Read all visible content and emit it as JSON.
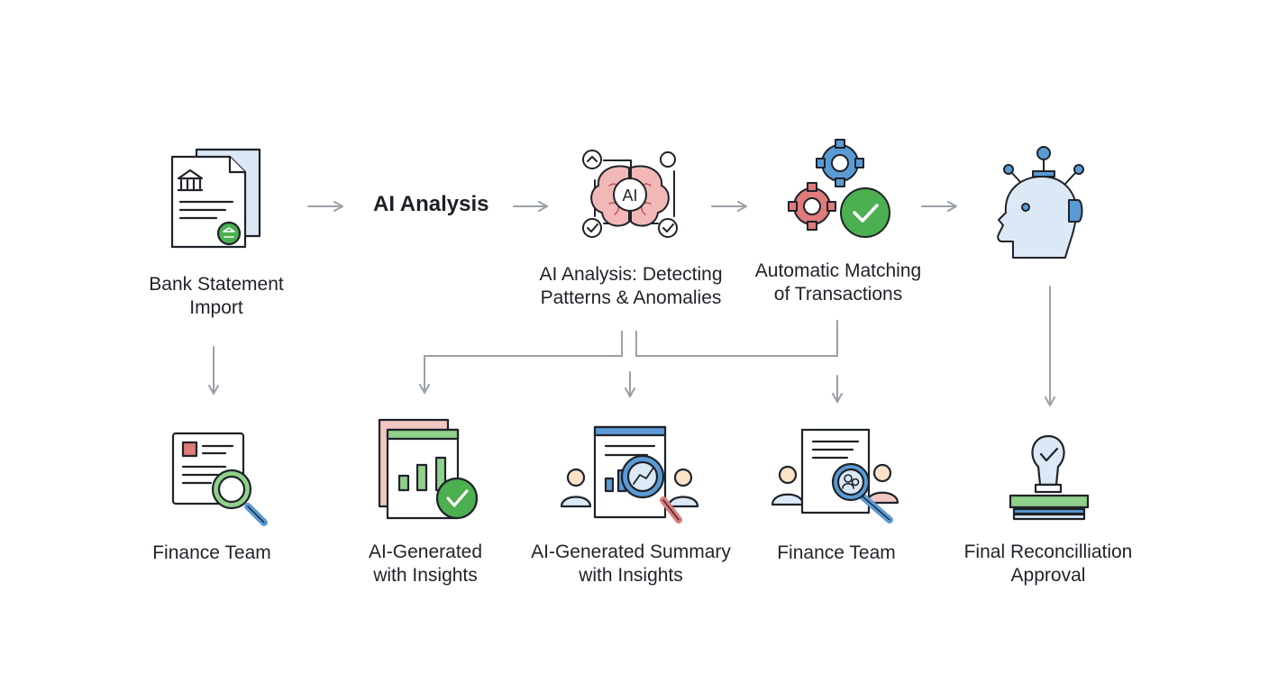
{
  "diagram": {
    "heading": "AI Analysis",
    "top_row": [
      {
        "id": "bank-statement-import",
        "icon": "bank-document-icon",
        "lines": [
          "Bank Statement",
          "Import"
        ]
      },
      {
        "id": "ai-analysis-detecting",
        "icon": "ai-brain-network-icon",
        "badge": "AI",
        "lines": [
          "AI Analysis: Detecting",
          "Patterns & Anomalies"
        ]
      },
      {
        "id": "automatic-matching",
        "icon": "gears-check-icon",
        "lines": [
          "Automatic Matching",
          "of Transactions"
        ]
      },
      {
        "id": "ai-robot-head",
        "icon": "robot-head-icon",
        "lines": []
      }
    ],
    "bottom_row": [
      {
        "id": "finance-team-1",
        "icon": "document-magnifier-icon",
        "lines": [
          "Finance Team"
        ]
      },
      {
        "id": "ai-generated-insights",
        "icon": "report-chart-check-icon",
        "lines": [
          "AI-Generated",
          "with Insights"
        ]
      },
      {
        "id": "ai-generated-summary",
        "icon": "summary-review-icon",
        "lines": [
          "AI-Generated Summary",
          "with Insights"
        ]
      },
      {
        "id": "finance-team-2",
        "icon": "team-document-search-icon",
        "lines": [
          "Finance Team"
        ]
      },
      {
        "id": "final-reconciliation-approval",
        "icon": "approval-stamp-icon",
        "lines": [
          "Final Reconcilliation",
          "Approval"
        ]
      }
    ],
    "colors": {
      "arrow": "#9aa0a6",
      "outline": "#1f2329",
      "green": "#4caf50",
      "light_green": "#8fd18a",
      "blue": "#5b9bd5",
      "light_blue": "#dbe8f5",
      "red": "#e07b7b",
      "pink": "#f2b8b8",
      "yellow_bg": "#fde2c8"
    }
  }
}
